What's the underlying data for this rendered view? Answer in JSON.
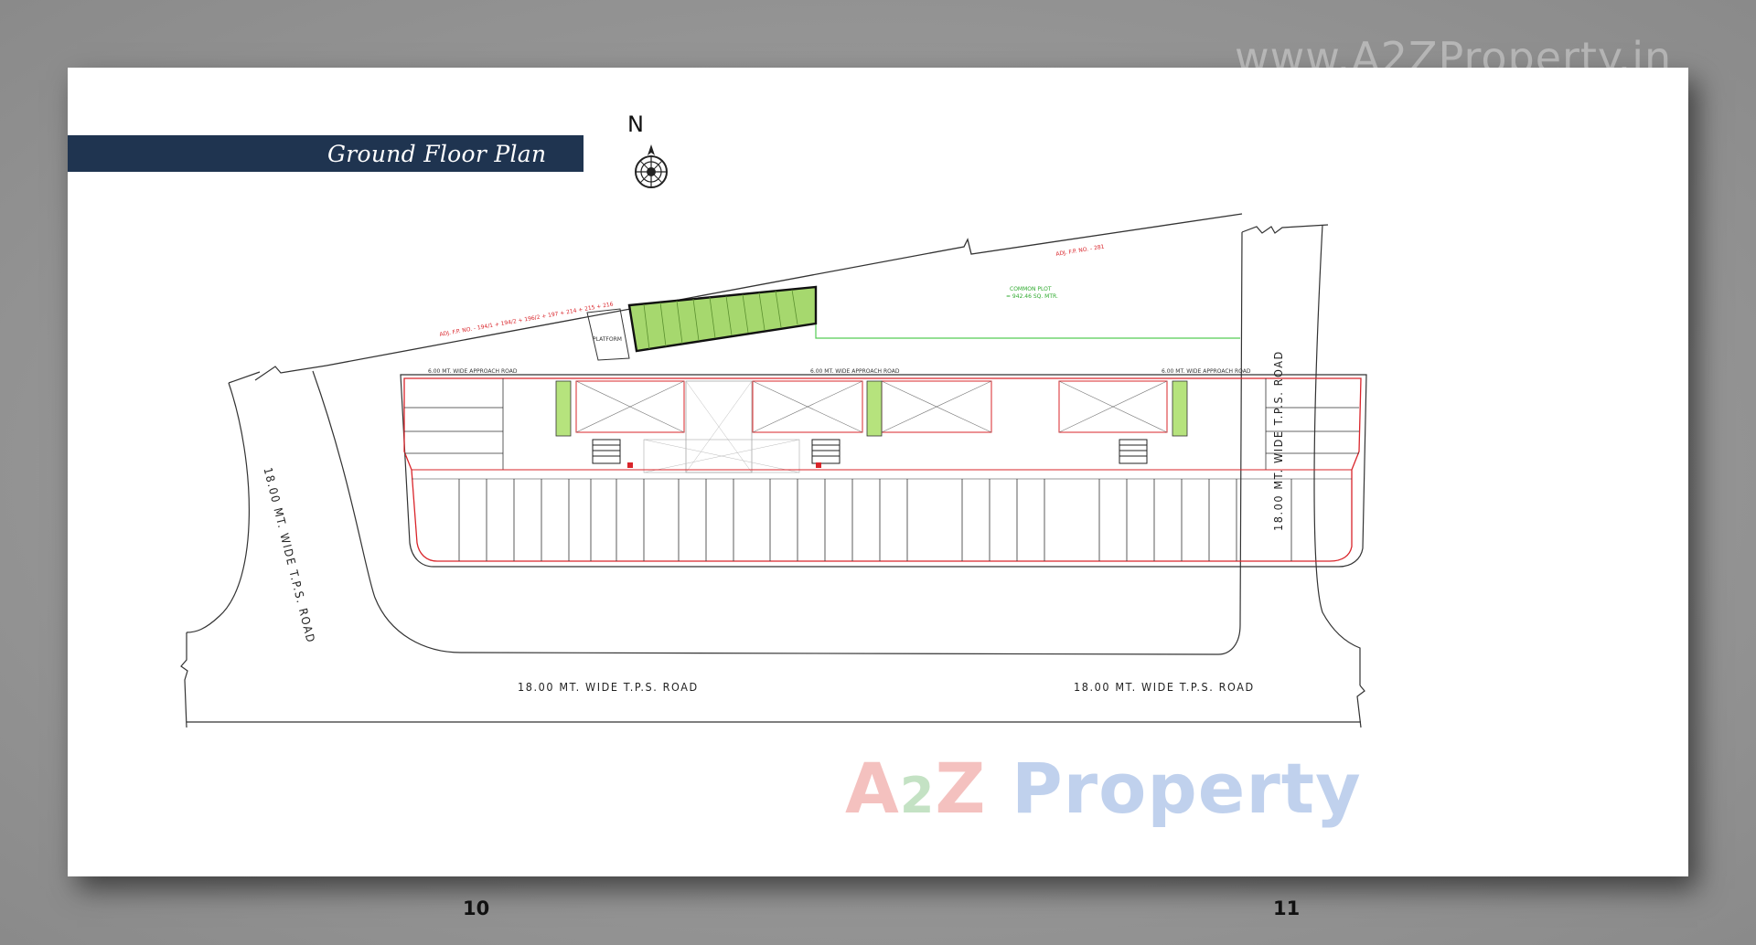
{
  "title": "Ground Floor Plan",
  "north_label": "N",
  "watermark_url": "www.A2ZProperty.in",
  "roads": {
    "left": "18.00 MT. WIDE T.P.S. ROAD",
    "right": "18.00 MT. WIDE T.P.S. ROAD",
    "bottom_left": "18.00 MT. WIDE T.P.S. ROAD",
    "bottom_right": "18.00 MT. WIDE T.P.S. ROAD"
  },
  "approach_roads": [
    "6.00 MT. WIDE APPROACH ROAD",
    "6.00 MT. WIDE APPROACH ROAD",
    "6.00 MT. WIDE APPROACH ROAD"
  ],
  "plot_notes": {
    "adj_left": "ADJ. F.P. NO. - 194/1 + 194/2 + 196/2 + 197 + 214 + 215 + 216",
    "adj_right": "ADJ. F.P. NO. - 281",
    "platform": "PLATFORM",
    "common_plot": "COMMON PLOT",
    "common_plot_area": "= 942.46 SQ. MTR."
  },
  "page_numbers": {
    "left": "10",
    "right": "11"
  },
  "logo": {
    "a": "A",
    "two": "2",
    "z": "Z",
    "property": " Property"
  },
  "colors": {
    "title_bar": "#1f3450",
    "wall_red": "#d9242a",
    "ramp_green": "#9fd46a",
    "common_plot_green": "#55cc55",
    "line_dark": "#333333"
  }
}
